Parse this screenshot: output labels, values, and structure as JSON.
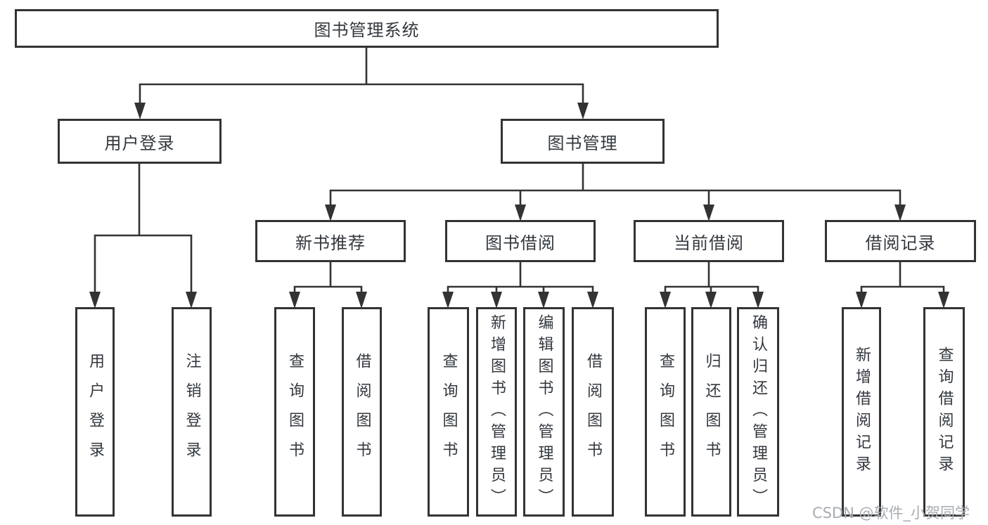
{
  "colors": {
    "line": "#333333",
    "text": "#33383e",
    "watermark": "#a8acb2",
    "background": "#ffffff"
  },
  "watermark": {
    "text": "CSDN @软件_小贺同学"
  },
  "tree": {
    "root": {
      "label": "图书管理系统"
    },
    "level2": [
      {
        "label": "用户登录",
        "children": [
          {
            "label": "用户登录"
          },
          {
            "label": "注销登录"
          }
        ]
      },
      {
        "label": "图书管理",
        "children": [
          {
            "label": "新书推荐",
            "children": [
              {
                "label": "查询图书"
              },
              {
                "label": "借阅图书"
              }
            ]
          },
          {
            "label": "图书借阅",
            "children": [
              {
                "label": "查询图书"
              },
              {
                "label": "新增图书（管理员）"
              },
              {
                "label": "编辑图书（管理员）"
              },
              {
                "label": "借阅图书"
              }
            ]
          },
          {
            "label": "当前借阅",
            "children": [
              {
                "label": "查询图书"
              },
              {
                "label": "归还图书"
              },
              {
                "label": "确认归还（管理员）"
              }
            ]
          },
          {
            "label": "借阅记录",
            "children": [
              {
                "label": "新增借阅记录"
              },
              {
                "label": "查询借阅记录"
              }
            ]
          }
        ]
      }
    ]
  }
}
